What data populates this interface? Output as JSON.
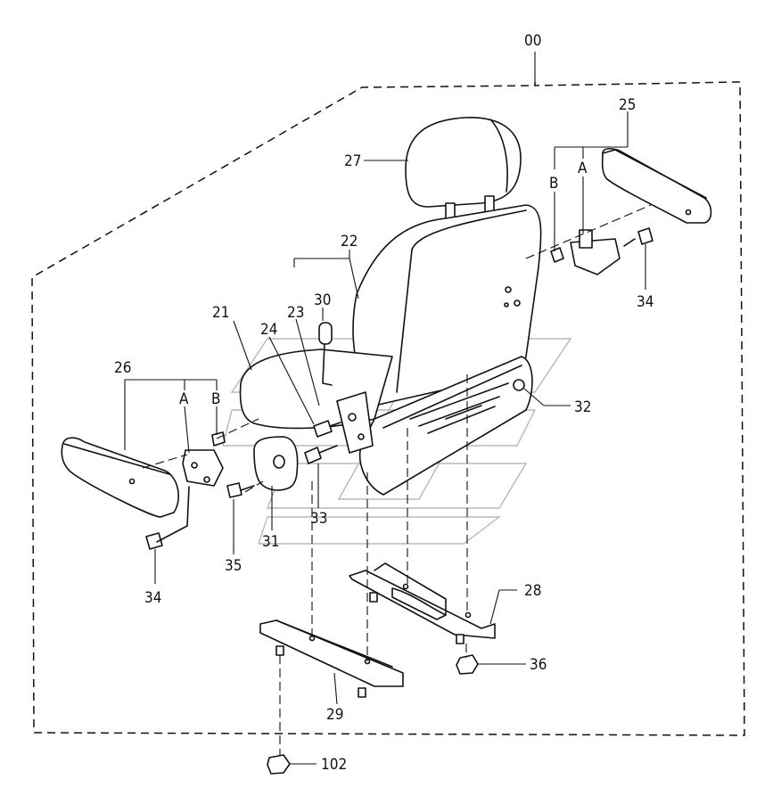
{
  "assembly_label": "00",
  "callouts": {
    "c21": "21",
    "c22": "22",
    "c23": "23",
    "c24": "24",
    "c25": "25",
    "c26": "26",
    "c27": "27",
    "c28": "28",
    "c29": "29",
    "c30": "30",
    "c31": "31",
    "c32": "32",
    "c33": "33",
    "c34_right": "34",
    "c34_left": "34",
    "c35": "35",
    "c36": "36",
    "c102": "102"
  },
  "sub_letters": {
    "right_a": "A",
    "right_b": "B",
    "left_a": "A",
    "left_b": "B"
  }
}
